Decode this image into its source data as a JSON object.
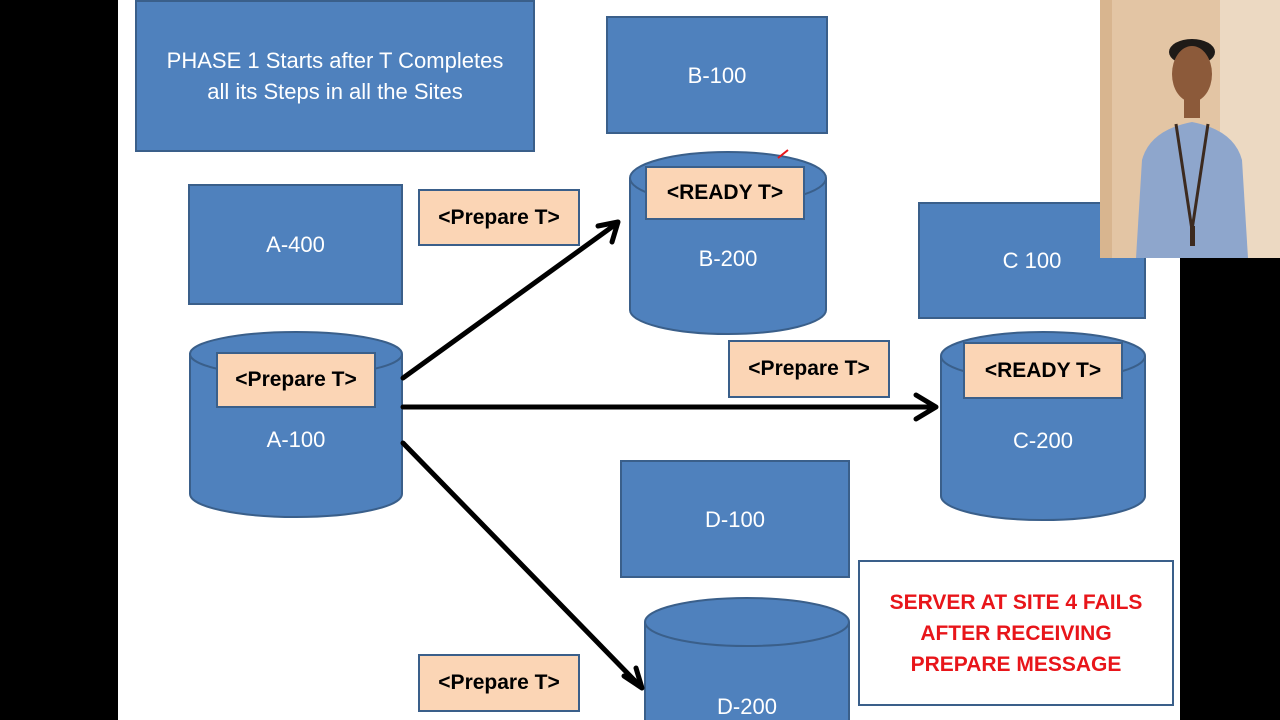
{
  "phase_box": {
    "line1": "PHASE 1 Starts after T Completes",
    "line2": "all its Steps in all the Sites"
  },
  "sites": {
    "a400": "A-400",
    "a100": "A-100",
    "b100": "B-100",
    "b200": "B-200",
    "c100": "C 100",
    "c200": "C-200",
    "d100": "D-100",
    "d200": "D-200"
  },
  "messages": {
    "prepare_a": "<Prepare T>",
    "prepare_b": "<Prepare T>",
    "prepare_c": "<Prepare T>",
    "prepare_d": "<Prepare T>",
    "ready_b": "<READY T>",
    "ready_c": "<READY T>"
  },
  "alert": {
    "line1": "SERVER  AT SITE 4 FAILS",
    "line2": "AFTER RECEIVING",
    "line3": "PREPARE MESSAGE"
  },
  "colors": {
    "box": "#4f81bd",
    "tag": "#fbd5b5",
    "alert_text": "#e8151a"
  }
}
